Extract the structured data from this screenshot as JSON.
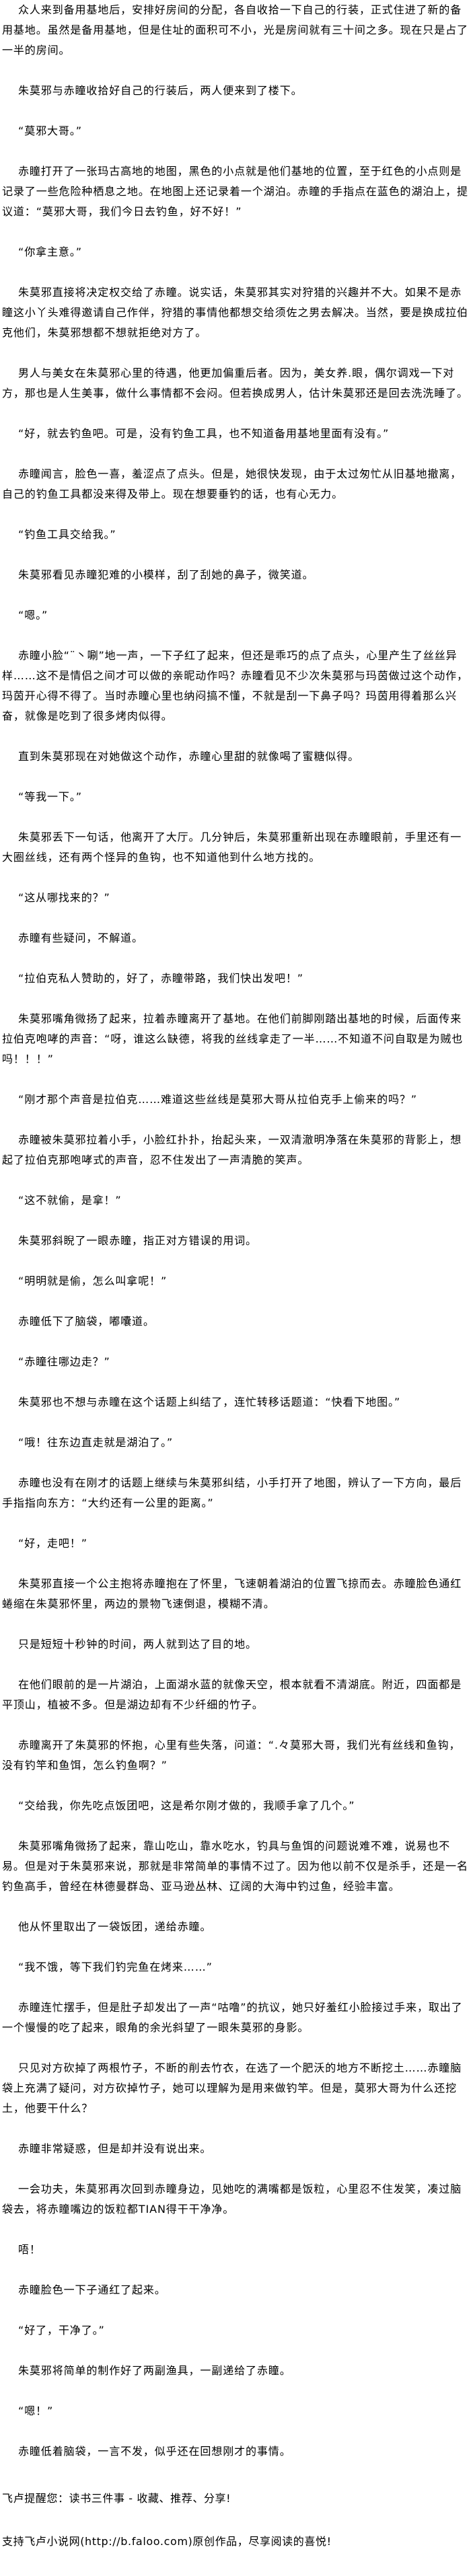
{
  "chapter": {
    "paragraphs": [
      "众人来到备用基地后，安排好房间的分配，各自收拾一下自己的行装，正式住进了新的备用基地。虽然是备用基地，但是住址的面积可不小，光是房间就有三十间之多。现在只是占了一半的房间。",
      "朱莫邪与赤瞳收拾好自己的行装后，两人便来到了楼下。",
      "“莫邪大哥。”",
      "赤瞳打开了一张玛古高地的地图，黑色的小点就是他们基地的位置，至于红色的小点则是记录了一些危险种栖息之地。在地图上还记录着一个湖泊。赤瞳的手指点在蓝色的湖泊上，提议道：“莫邪大哥，我们今日去钓鱼，好不好！”",
      "“你拿主意。”",
      "朱莫邪直接将决定权交给了赤瞳。说实话，朱莫邪其实对狩猎的兴趣并不大。如果不是赤瞳这小丫头难得邀请自己作伴，狩猎的事情他都想交给须佐之男去解决。当然，要是换成拉伯克他们，朱莫邪想都不想就拒绝对方了。",
      "男人与美女在朱莫邪心里的待遇，他更加偏重后者。因为，美女养.眼，偶尔调戏一下对方，那也是人生美事，做什么事情都不会闷。但若换成男人，估计朱莫邪还是回去洗洗睡了。",
      "“好，就去钓鱼吧。可是，没有钓鱼工具，也不知道备用基地里面有没有。”",
      "赤瞳闻言，脸色一喜，羞涩点了点头。但是，她很快发现，由于太过匆忙从旧基地撤离，自己的钓鱼工具都没来得及带上。现在想要垂钓的话，也有心无力。",
      "“钓鱼工具交给我。”",
      "朱莫邪看见赤瞳犯难的小模样，刮了刮她的鼻子，微笑道。",
      "“嗯。”",
      "赤瞳小脸“¨丶唰”地一声，一下子红了起来，但还是乖巧的点了点头，心里产生了丝丝异样……这不是情侣之间才可以做的亲昵动作吗？赤瞳看见不少次朱莫邪与玛茵做过这个动作，玛茵开心得不得了。当时赤瞳心里也纳闷搞不懂，不就是刮一下鼻子吗？玛茵用得着那么兴奋，就像是吃到了很多烤肉似得。",
      "直到朱莫邪现在对她做这个动作，赤瞳心里甜的就像喝了蜜糖似得。",
      "“等我一下。”",
      "朱莫邪丢下一句话，他离开了大厅。几分钟后，朱莫邪重新出现在赤瞳眼前，手里还有一大圈丝线，还有两个怪异的鱼钩，也不知道他到什么地方找的。",
      "“这从哪找来的？”",
      "赤瞳有些疑问，不解道。",
      "“拉伯克私人赞助的，好了，赤瞳带路，我们快出发吧！”",
      "朱莫邪嘴角微扬了起来，拉着赤瞳离开了基地。在他们前脚刚踏出基地的时候，后面传来拉伯克咆哮的声音：“呀，谁这么缺德，将我的丝线拿走了一半……不知道不问自取是为贼也吗！！！”",
      "“刚才那个声音是拉伯克……难道这些丝线是莫邪大哥从拉伯克手上偷来的吗？”",
      "赤瞳被朱莫邪拉着小手，小脸红扑扑，抬起头来，一双清澈明净落在朱莫邪的背影上，想起了拉伯克那咆哮式的声音，忍不住发出了一声清脆的笑声。",
      "“这不就偷，是拿！”",
      "朱莫邪斜睨了一眼赤瞳，指正对方错误的用词。",
      "“明明就是偷，怎么叫拿呢！”",
      "赤瞳低下了脑袋，嘟囔道。",
      "“赤瞳往哪边走？”",
      "朱莫邪也不想与赤瞳在这个话题上纠结了，连忙转移话题道：“快看下地图。”",
      "“哦！往东边直走就是湖泊了。”",
      "赤瞳也没有在刚才的话题上继续与朱莫邪纠结，小手打开了地图，辨认了一下方向，最后手指指向东方：“大约还有一公里的距离。”",
      "“好，走吧！”",
      "朱莫邪直接一个公主抱将赤瞳抱在了怀里，飞速朝着湖泊的位置飞掠而去。赤瞳脸色通红蜷缩在朱莫邪怀里，两边的景物飞速倒退，模糊不清。",
      "只是短短十秒钟的时间，两人就到达了目的地。",
      "在他们眼前的是一片湖泊，上面湖水蓝的就像天空，根本就看不清湖底。附近，四面都是平顶山，植被不多。但是湖边却有不少纤细的竹子。",
      "赤瞳离开了朱莫邪的怀抱，心里有些失落，问道：“.々莫邪大哥，我们光有丝线和鱼钩，没有钓竿和鱼饵，怎么钓鱼啊？”",
      "“交给我，你先吃点饭团吧，这是希尔刚才做的，我顺手拿了几个。”",
      "朱莫邪嘴角微扬了起来，靠山吃山，靠水吃水，钓具与鱼饵的问题说难不难，说易也不易。但是对于朱莫邪来说，那就是非常简单的事情不过了。因为他以前不仅是杀手，还是一名钓鱼高手，曾经在林德曼群岛、亚马逊丛林、辽阔的大海中钓过鱼，经验丰富。",
      "他从怀里取出了一袋饭团，递给赤瞳。",
      "“我不饿，等下我们钓完鱼在烤来……”",
      "赤瞳连忙摆手，但是肚子却发出了一声“咕噜”的抗议，她只好羞红小脸接过手来，取出了一个慢慢的吃了起来，眼角的余光斜望了一眼朱莫邪的身影。",
      "只见对方砍掉了两根竹子，不断的削去竹衣，在选了一个肥沃的地方不断挖土……赤瞳脑袋上充满了疑问，对方砍掉竹子，她可以理解为是用来做钓竿。但是，莫邪大哥为什么还挖土，他要干什么？",
      "赤瞳非常疑惑，但是却并没有说出来。",
      "一会功夫，朱莫邪再次回到赤瞳身边，见她吃的满嘴都是饭粒，心里忍不住发笑，凑过脑袋去，将赤瞳嘴边的饭粒都TIAN得干干净净。",
      "唔！",
      "赤瞳脸色一下子通红了起来。",
      "“好了，干净了。”",
      "朱莫邪将简单的制作好了两副渔具，一副递给了赤瞳。",
      "“嗯！”",
      "赤瞳低着脑袋，一言不发，似乎还在回想刚才的事情。"
    ]
  },
  "footer": {
    "reminder": "飞卢提醒您：读书三件事 - 收藏、推荐、分享!",
    "support": "支持飞卢小说网(http://b.faloo.com)原创作品，尽享阅读的喜悦!"
  }
}
